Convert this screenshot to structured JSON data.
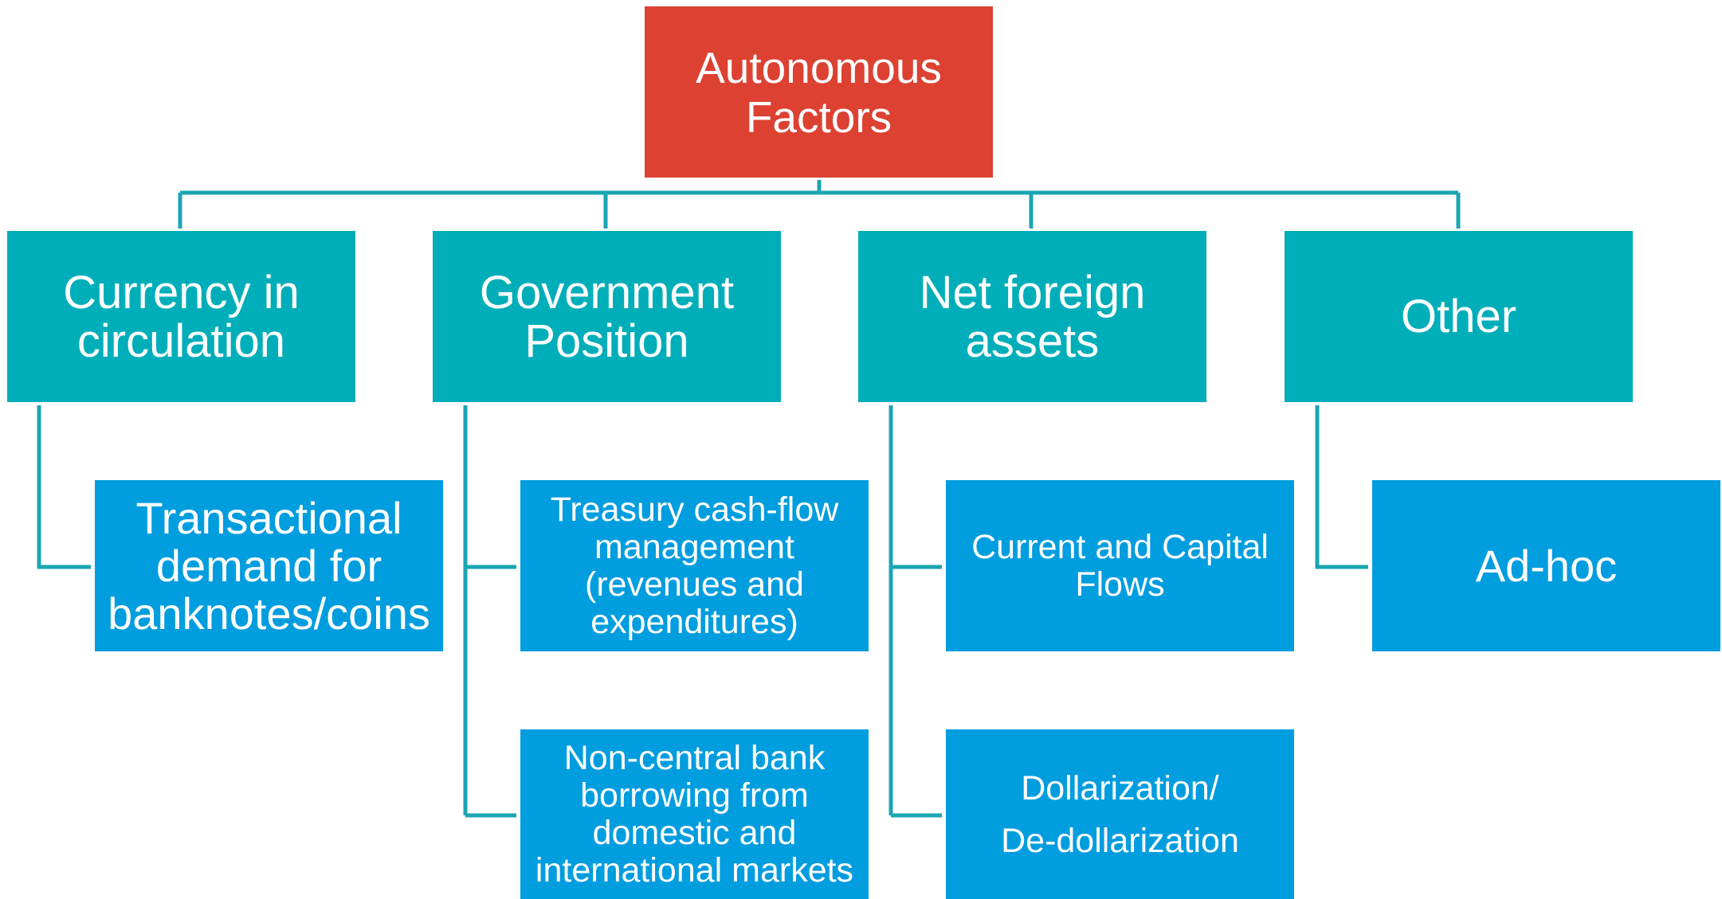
{
  "colors": {
    "root": "#dc4132",
    "category": "#00aeb9",
    "leaf": "#009ddf",
    "connector": "#1ba5b3"
  },
  "root": {
    "label": "Autonomous\nFactors"
  },
  "categories": [
    {
      "label": "Currency in\ncirculation"
    },
    {
      "label": "Government\nPosition"
    },
    {
      "label": "Net foreign\nassets"
    },
    {
      "label": "Other"
    }
  ],
  "leaves": {
    "currency": [
      {
        "label": "Transactional\ndemand for\nbanknotes/coins"
      }
    ],
    "government": [
      {
        "label": "Treasury cash-flow\nmanagement\n(revenues and\nexpenditures)"
      },
      {
        "label": "Non-central bank\nborrowing from\ndomestic and\ninternational markets"
      }
    ],
    "foreign": [
      {
        "label": "Current and Capital\nFlows"
      },
      {
        "label": "Dollarization/\nDe-dollarization"
      }
    ],
    "other": [
      {
        "label": "Ad-hoc"
      }
    ]
  }
}
